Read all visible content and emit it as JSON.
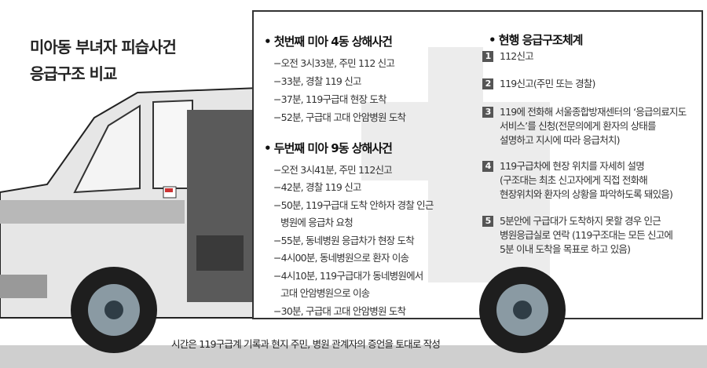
{
  "title": {
    "line1": "미아동 부녀자 피습사건",
    "line2": "응급구조 비교"
  },
  "first_case": {
    "heading": "• 첫번째 미아 4동 상해사건",
    "lines": [
      "−오전 3시33분, 주민 112 신고",
      "−33분, 경찰 119 신고",
      "−37분, 119구급대 현장 도착",
      "−52분, 구급대 고대 안암병원 도착"
    ]
  },
  "second_case": {
    "heading": "• 두번째 미아 9동 상해사건",
    "lines": [
      "−오전 3시41분, 주민 112신고",
      "−42분, 경찰 119 신고",
      "−50분, 119구급대 도착 안하자 경찰 인근",
      "병원에 응급차 요청",
      "−55분, 동네병원 응급차가 현장 도착",
      "−4시00분, 동네병원으로 환자 이송",
      "−4시10분, 119구급대가 동네병원에서",
      "고대 안암병원으로 이송",
      "−30분, 구급대 고대 안암병원 도착"
    ]
  },
  "system": {
    "heading": "•  현행 응급구조체계",
    "steps": [
      {
        "n": "1",
        "lines": [
          "112신고"
        ]
      },
      {
        "n": "2",
        "lines": [
          "119신고(주민 또는 경찰)"
        ]
      },
      {
        "n": "3",
        "lines": [
          "119에 전화해 서울종합방재센터의 ‘응급의료지도",
          "서비스’를 신청(전문의에게 환자의 상태를",
          "설명하고 지시에 따라 응급처치)"
        ]
      },
      {
        "n": "4",
        "lines": [
          "119구급차에 현장 위치를 자세히 설명",
          "(구조대는 최초 신고자에게 직접 전화해",
          "현장위치와 환자의 상황을 파악하도록 돼있음)"
        ]
      },
      {
        "n": "5",
        "lines": [
          "5분안에 구급대가 도착하지 못할 경우 인근",
          "병원응급실로 연락 (119구조대는 모든 신고에",
          "5분 이내 도착을 목표로 하고 있음)"
        ]
      }
    ]
  },
  "caption": "시간은 119구급계 기록과 현지 주민, 병원 관계자의 증언을 토대로 작성"
}
